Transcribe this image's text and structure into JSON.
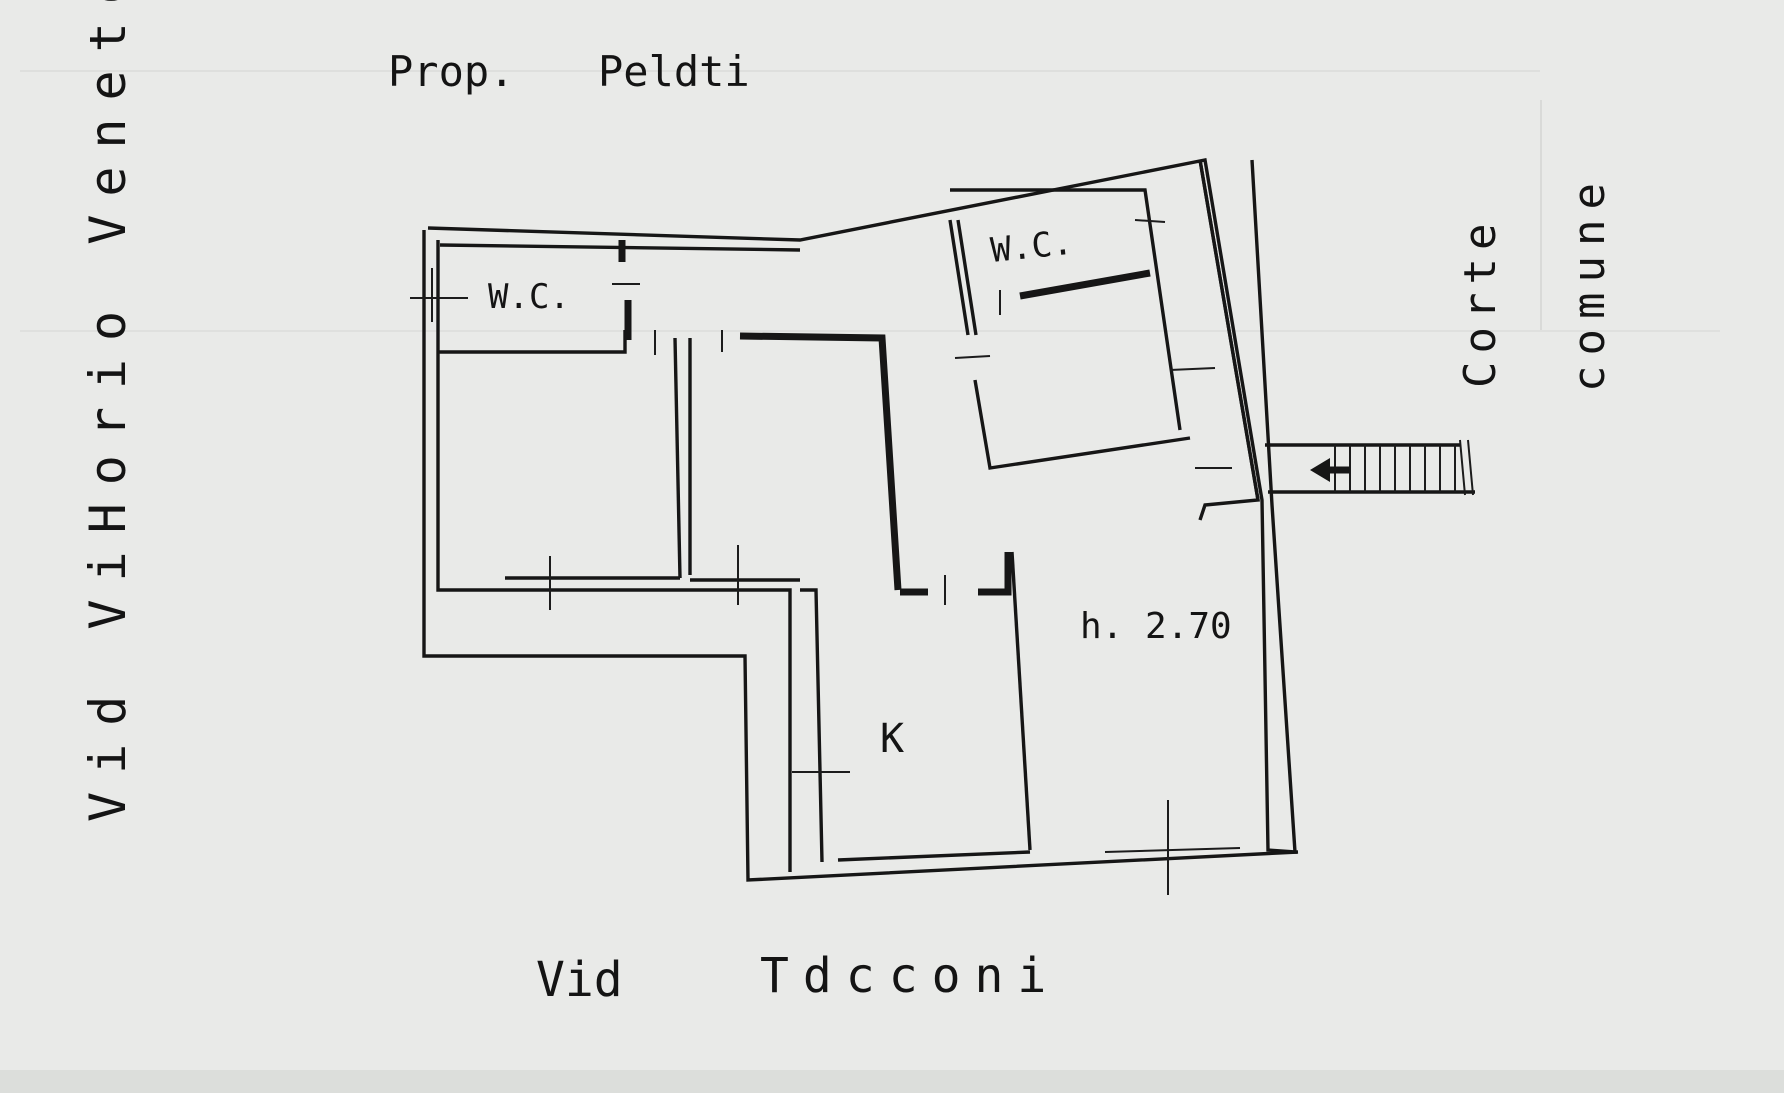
{
  "labels": {
    "owner_prefix": "Prop.",
    "owner_name": "Peldti",
    "street_left": "Vid ViHorio Veneto",
    "street_bottom_prefix": "Vid",
    "street_bottom_name": "Tdcconi",
    "court_1": "Corte",
    "court_2": "comune",
    "wc_left": "W.C.",
    "wc_right": "W.C.",
    "kitchen": "K",
    "height": "h. 2.70"
  },
  "colors": {
    "paper": "#e9eae8",
    "ink": "#161616"
  }
}
